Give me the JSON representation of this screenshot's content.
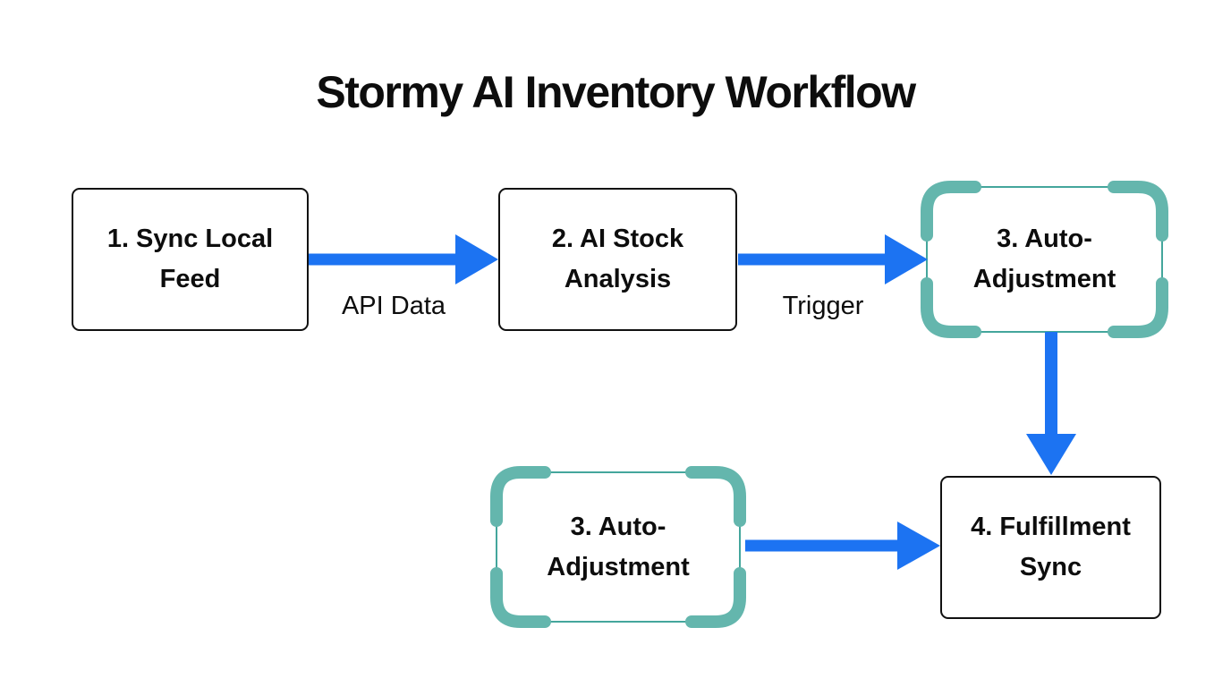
{
  "title": "Stormy AI Inventory Workflow",
  "diagram": {
    "nodes": [
      {
        "id": "sync-local-feed",
        "label": "1. Sync Local Feed",
        "style": "plain"
      },
      {
        "id": "ai-stock-analysis",
        "label": "2. AI Stock Analysis",
        "style": "plain"
      },
      {
        "id": "auto-adjustment-top",
        "label": "3. Auto-Adjustment",
        "style": "highlighted"
      },
      {
        "id": "auto-adjustment-bottom",
        "label": "3. Auto-Adjustment",
        "style": "highlighted"
      },
      {
        "id": "fulfillment-sync",
        "label": "4. Fulfillment Sync",
        "style": "plain"
      }
    ],
    "edges": [
      {
        "from": "sync-local-feed",
        "to": "ai-stock-analysis",
        "label": "API Data",
        "direction": "right"
      },
      {
        "from": "ai-stock-analysis",
        "to": "auto-adjustment-top",
        "label": "Trigger",
        "direction": "right"
      },
      {
        "from": "auto-adjustment-top",
        "to": "fulfillment-sync",
        "label": "",
        "direction": "down"
      },
      {
        "from": "auto-adjustment-bottom",
        "to": "fulfillment-sync",
        "label": "",
        "direction": "right"
      }
    ]
  },
  "colors": {
    "arrow_blue": "#1c73f2",
    "highlight_border": "#44a69c",
    "highlight_bracket": "#64b6ad",
    "node_border": "#111111",
    "text": "#0d0d0d",
    "background": "#ffffff"
  }
}
